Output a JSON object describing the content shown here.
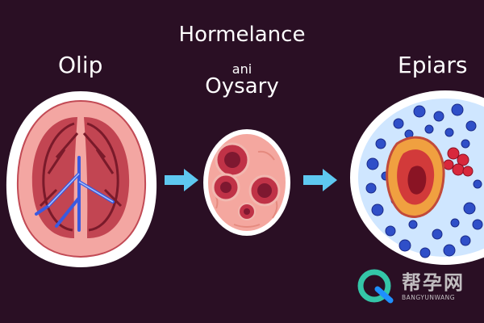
{
  "title": "Hormelance",
  "subtitle_small": "ani",
  "subtitle": "Oysary",
  "left_label": "Olip",
  "right_label": "Epiars",
  "watermark": {
    "text_cn": "帮孕网",
    "text_en": "BANGYUNWANG"
  },
  "colors": {
    "background": "#2a0f24",
    "arrow": "#5ec8f0",
    "tissue_pink": "#f2a0a0",
    "tissue_dark": "#9a2a3a",
    "vessel_blue": "#3a5ae0",
    "cell_blue": "#2f4fc8",
    "cell_red": "#d8283c"
  },
  "icons": [
    "ovary-cross-section-icon",
    "follicle-cluster-icon",
    "cell-tissue-icon",
    "right-arrow-icon",
    "q-logo-icon"
  ]
}
